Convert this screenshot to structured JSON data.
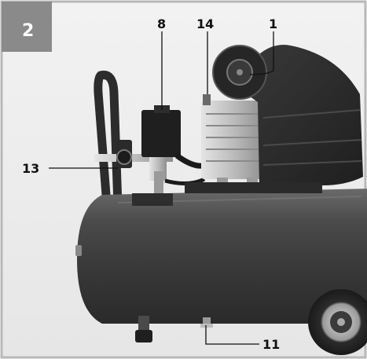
{
  "figure": {
    "number": "2"
  },
  "callouts": [
    {
      "id": "label-8",
      "text": "8"
    },
    {
      "id": "label-14",
      "text": "14"
    },
    {
      "id": "label-1",
      "text": "1"
    },
    {
      "id": "label-13",
      "text": "13"
    },
    {
      "id": "label-11",
      "text": "11"
    }
  ],
  "colors": {
    "frame_border": "#b8b8b8",
    "badge_bg": "#8a8a8a",
    "tank": "#3d3d3d",
    "cover": "#2f2f2f",
    "metal": "#c9c9c9"
  }
}
